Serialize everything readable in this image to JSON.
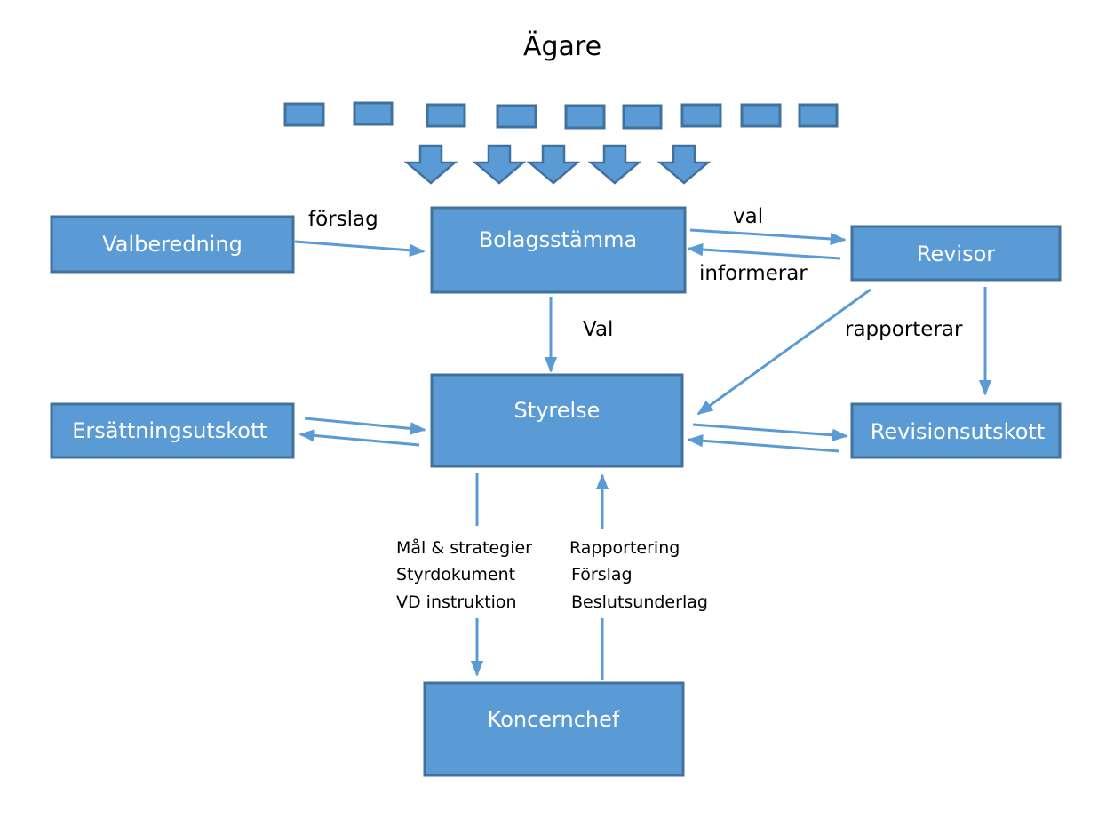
{
  "title": "Ägare",
  "nodes": {
    "valberedning": "Valberedning",
    "bolagsstamma": "Bolagsstämma",
    "revisor": "Revisor",
    "styrelse": "Styrelse",
    "ersattningsutskott": "Ersättningsutskott",
    "revisionsutskott": "Revisionsutskott",
    "koncernchef": "Koncernchef"
  },
  "edges": {
    "forslag": "förslag",
    "val": "val",
    "informerar": "informerar",
    "val_styrelse": "Val",
    "rapporterar": "rapporterar"
  },
  "down_list": [
    "Mål & strategier",
    "Styrdokument",
    "VD instruktion"
  ],
  "up_list": [
    "Rapportering",
    "Förslag",
    "Beslutsunderlag"
  ],
  "colors": {
    "box_fill": "#5b9bd5",
    "box_border": "#41719c",
    "arrow": "#5b9bd5"
  }
}
